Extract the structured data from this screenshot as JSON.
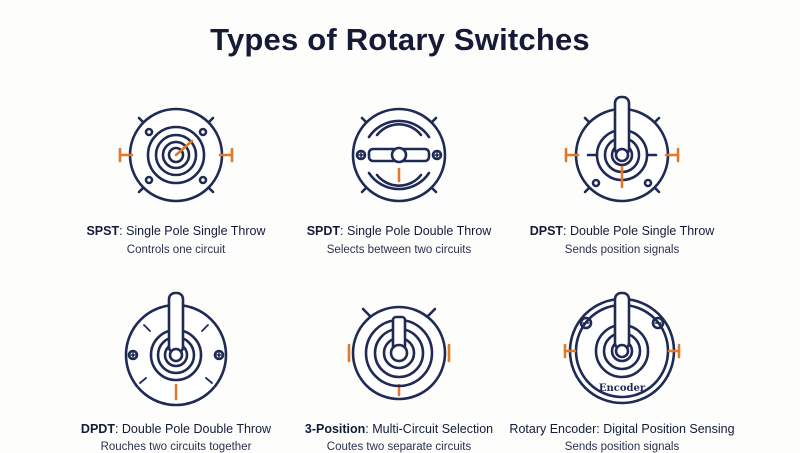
{
  "title": "Types of Rotary Switches",
  "switches": [
    {
      "abbr": "SPST",
      "name": ": Single Pole Single Throw",
      "desc": "Controls one circuit",
      "icon": "spst-switch-icon"
    },
    {
      "abbr": "SPDT",
      "name": ": Single Pole Double Throw",
      "desc": "Selects between two circuits",
      "icon": "spdt-switch-icon"
    },
    {
      "abbr": "DPST",
      "name": ": Double Pole Single Throw",
      "desc": "Sends position signals",
      "icon": "dpst-switch-icon"
    },
    {
      "abbr": "DPDT",
      "name": ": Double Pole Double Throw",
      "desc": "Rouches two circuits together",
      "icon": "dpdt-switch-icon"
    },
    {
      "abbr": "3-Position",
      "name": ": Multi-Circuit Selection",
      "desc": "Coutes two separate circuits",
      "icon": "three-position-switch-icon"
    },
    {
      "abbr": "Rotary Encoder",
      "name": ": Digital Position Sensing",
      "desc": "Sends position signals",
      "icon": "rotary-encoder-icon",
      "label": "Encoder"
    }
  ],
  "colors": {
    "navy": "#1f2a55",
    "accent": "#e07a2a",
    "background": "#fdfdfb"
  }
}
